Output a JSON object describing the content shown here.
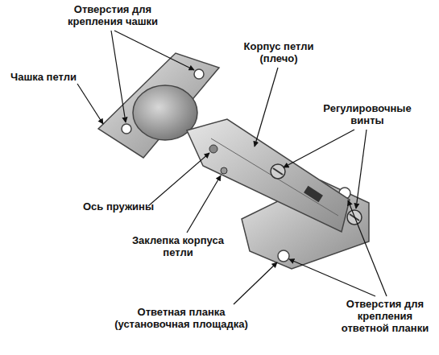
{
  "diagram": {
    "labels": [
      "Отверстия для крепления чашки",
      "Чашка петли",
      "Корпус петли (плечо)",
      "Регулировочные винты",
      "Ось пружины",
      "Заклепка корпуса петли",
      "Ответная планка (установочная площадка)",
      "Отверстия для крепления ответной планки"
    ]
  }
}
